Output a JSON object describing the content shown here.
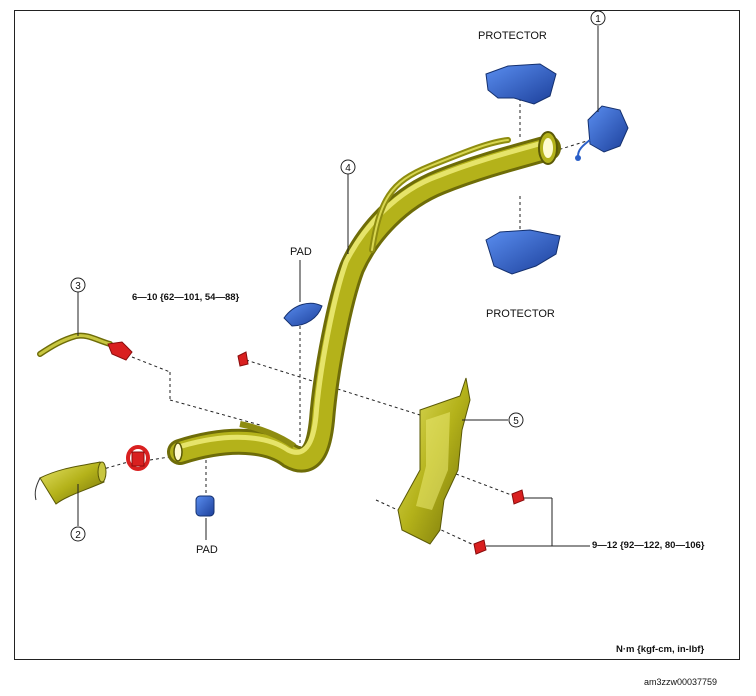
{
  "labels": {
    "protector_top": "PROTECTOR",
    "protector_bottom": "PROTECTOR",
    "pad_upper": "PAD",
    "pad_lower": "PAD",
    "torque_upper": "6—10 {62—101, 54—88}",
    "torque_lower": "9—12 {92—122, 80—106}",
    "units": "N·m {kgf-cm, in-lbf}",
    "figure_id": "am3zzw00037759"
  },
  "callouts": [
    "1",
    "2",
    "3",
    "4",
    "5"
  ],
  "colors": {
    "pipe": "#b4b21a",
    "pipe_dark": "#6e6c08",
    "pipe_light": "#e6e46a",
    "blue_part": "#2a5fc8",
    "bolt": "#d92020"
  }
}
